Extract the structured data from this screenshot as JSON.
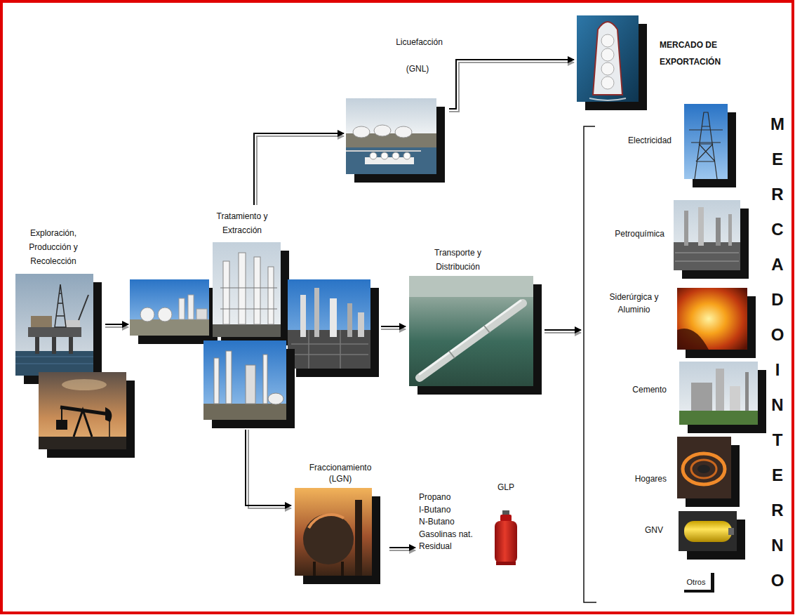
{
  "diagram": {
    "nodes": [
      {
        "text": [
          "Exploración, Producción y Recolección"
        ]
      },
      {
        "text": [
          "Tratamiento y Extracción"
        ]
      },
      {
        "text": [
          "Licuefacción",
          "(GNL)"
        ]
      },
      {
        "text": [
          "MERCADO DE EXPORTACIÓN"
        ]
      },
      {
        "text": [
          "Transporte y Distribución"
        ]
      },
      {
        "text": [
          "MERCADO INTERNO"
        ]
      },
      {
        "text": [
          "Electricidad"
        ],
        "in": 5
      },
      {
        "text": [
          "Petroquímica"
        ],
        "in": 5
      },
      {
        "text": [
          "Siderúrgica y Aluminio"
        ],
        "in": 5
      },
      {
        "text": [
          "Cemento"
        ],
        "in": 5
      },
      {
        "text": [
          "Hogares"
        ],
        "in": 5
      },
      {
        "text": [
          "GNV"
        ],
        "in": 5
      },
      {
        "text": [
          "Otros"
        ],
        "in": 5
      },
      {
        "text": [
          "Fraccionamiento (LGN)"
        ]
      },
      {
        "text": [
          "Propano",
          "I-Butano",
          "N-Butano",
          "Gasolinas nat.",
          "Residual"
        ]
      },
      {
        "text": [
          "GLP"
        ]
      }
    ],
    "edges": [
      {
        "from": 0,
        "to": 1,
        "arrow": "to"
      },
      {
        "from": 1,
        "to": 2,
        "arrow": "to"
      },
      {
        "from": 2,
        "to": 3,
        "arrow": "to"
      },
      {
        "from": 1,
        "to": 4,
        "arrow": "to"
      },
      {
        "from": 4,
        "to": 5,
        "arrow": "to"
      },
      {
        "from": 1,
        "to": 13,
        "arrow": "to"
      },
      {
        "from": 13,
        "to": 14,
        "arrow": "to"
      }
    ]
  }
}
